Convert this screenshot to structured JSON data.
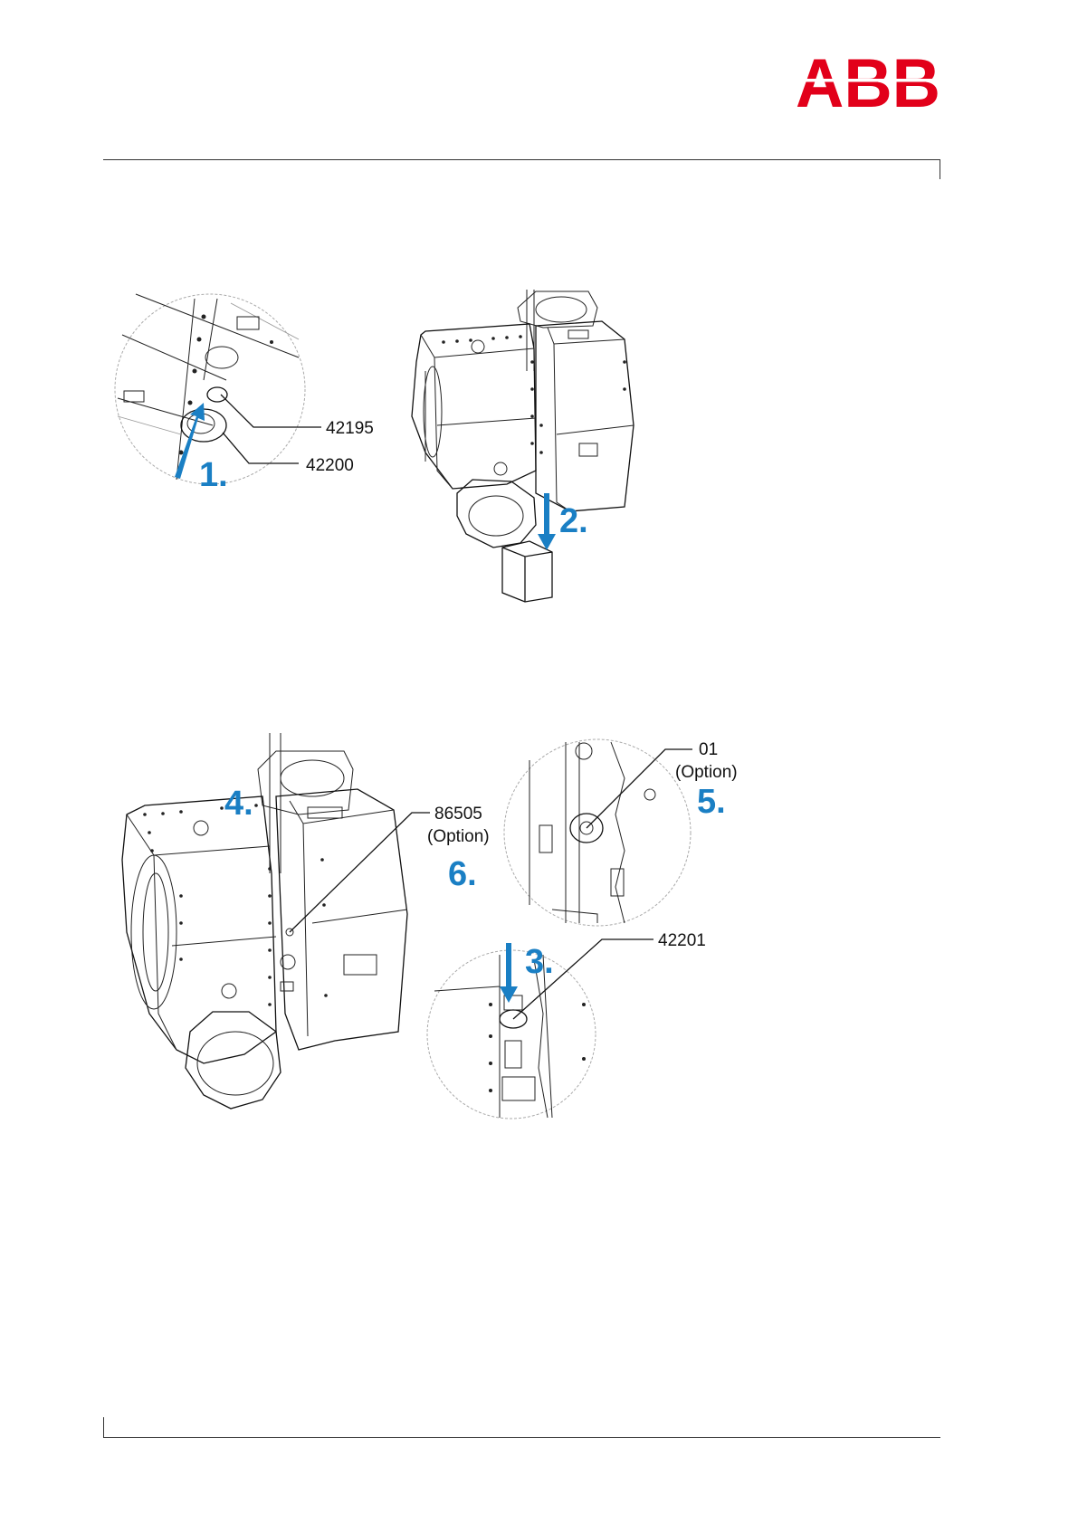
{
  "header": {
    "logo_text": "ABB",
    "brand_color": "#e2001a"
  },
  "accent_color": "#1a7fc4",
  "figure_top": {
    "steps": [
      "1.",
      "2."
    ],
    "callouts": [
      "42195",
      "42200"
    ]
  },
  "figure_bottom": {
    "steps": [
      "3.",
      "4.",
      "5.",
      "6."
    ],
    "callouts": [
      {
        "part": "42201",
        "note": ""
      },
      {
        "part": "86505",
        "note": "(Option)"
      },
      {
        "part": "01",
        "note": "(Option)"
      }
    ]
  }
}
